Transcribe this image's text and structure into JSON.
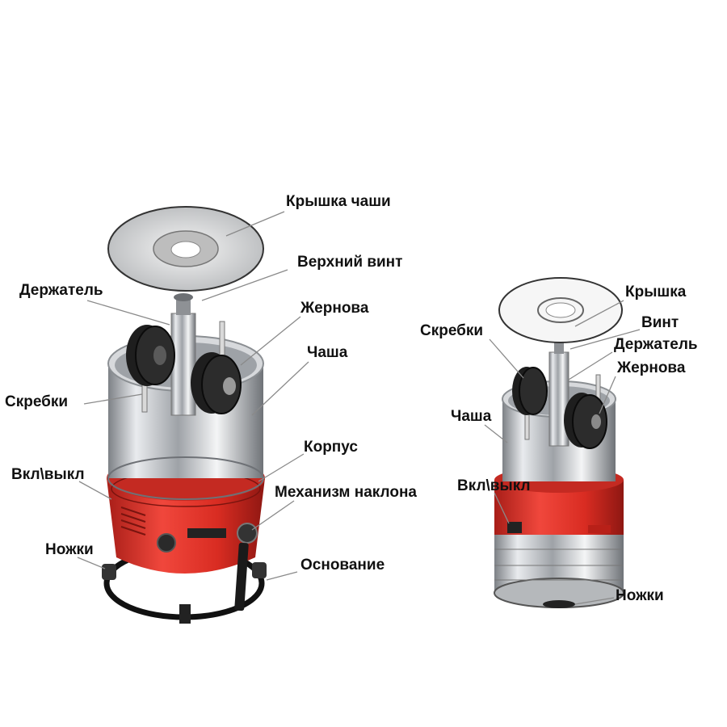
{
  "left_machine": {
    "labels": {
      "lid": "Крышка чаши",
      "top_screw": "Верхний винт",
      "holder": "Держатель",
      "stones": "Жернова",
      "bowl": "Чаша",
      "scrapers": "Скребки",
      "body": "Корпус",
      "switch": "Вкл\\выкл",
      "tilt": "Механизм наклона",
      "legs": "Ножки",
      "base": "Основание"
    }
  },
  "right_machine": {
    "labels": {
      "lid": "Крышка",
      "screw": "Винт",
      "holder": "Держатель",
      "stones": "Жернова",
      "scrapers": "Скребки",
      "bowl": "Чаша",
      "switch": "Вкл\\выкл",
      "legs": "Ножки"
    }
  },
  "colors": {
    "body_red": "#e5332a",
    "steel": "#c9ccd0",
    "stone": "#1e1e1e",
    "leader": "#8a8a8a"
  }
}
